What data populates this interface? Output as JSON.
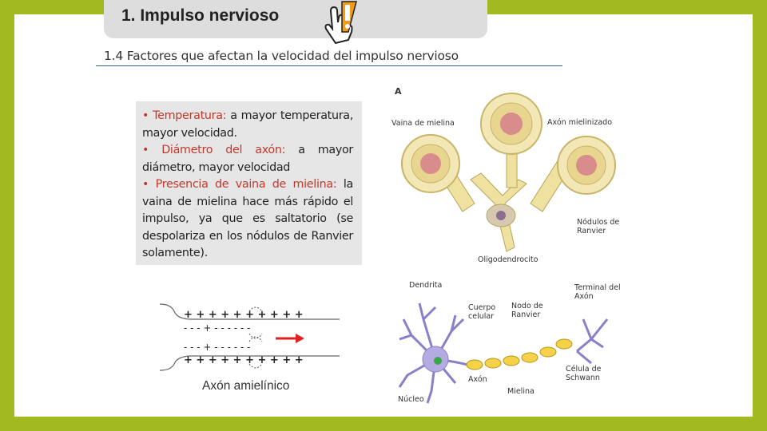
{
  "header": {
    "title": "1. Impulso nervioso",
    "subtitle": "1.4 Factores que afectan la velocidad del impulso nervioso"
  },
  "factors": [
    {
      "bullet": "•",
      "term": "Temperatura:",
      "rest": " a mayor temperatura, mayor velocidad."
    },
    {
      "bullet": "•",
      "term": "Diámetro del axón:",
      "rest": " a mayor diámetro, mayor velocidad"
    },
    {
      "bullet": "•",
      "term": "Presencia de vaina de mielina:",
      "rest": " la vaina de mielina hace más rápido el impulso, ya que es saltatorio (se despolariza en los nódulos de Ranvier solamente)."
    }
  ],
  "axon_diagram": {
    "caption": "Axón amielínico",
    "top_row": "+ + + + + + + + + +",
    "minus_row": "- - - + - - - - - -",
    "bottom_row": "+ + + + + + + + + +"
  },
  "myelin_figure": {
    "panel_letter": "A",
    "labels": {
      "vaina": "Vaina de mielina",
      "axon_mielinizado": "Axón mielinizado",
      "nodulos": "Nódulos de Ranvier",
      "oligodendrocito": "Oligodendrocito"
    }
  },
  "neuron_figure": {
    "labels": {
      "dendrita": "Dendrita",
      "cuerpo": "Cuerpo celular",
      "nodo": "Nodo de Ranvier",
      "terminal": "Terminal del Axón",
      "schwann": "Célula de Schwann",
      "axon": "Axón",
      "mielina": "Mielina",
      "nucleo": "Núcleo"
    }
  },
  "colors": {
    "background": "#a2b91f",
    "highlight": "#c0392b",
    "arrow": "#e02020"
  }
}
